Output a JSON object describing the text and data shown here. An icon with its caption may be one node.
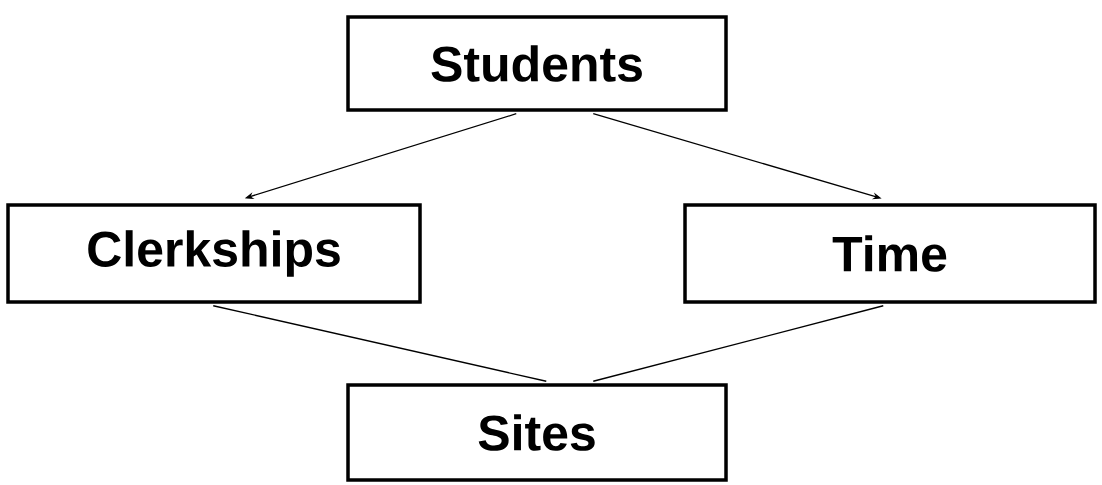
{
  "diagram": {
    "nodes": [
      {
        "text": [
          "Students"
        ]
      },
      {
        "text": [
          "Clerkships"
        ]
      },
      {
        "text": [
          "Time"
        ]
      },
      {
        "text": [
          "Sites"
        ]
      }
    ],
    "edges": [
      {
        "from": 0,
        "to": 1,
        "arrow": "to"
      },
      {
        "from": 0,
        "to": 2,
        "arrow": "to"
      },
      {
        "from": 1,
        "to": 3,
        "arrow": "none"
      },
      {
        "from": 2,
        "to": 3,
        "arrow": "none"
      }
    ]
  }
}
